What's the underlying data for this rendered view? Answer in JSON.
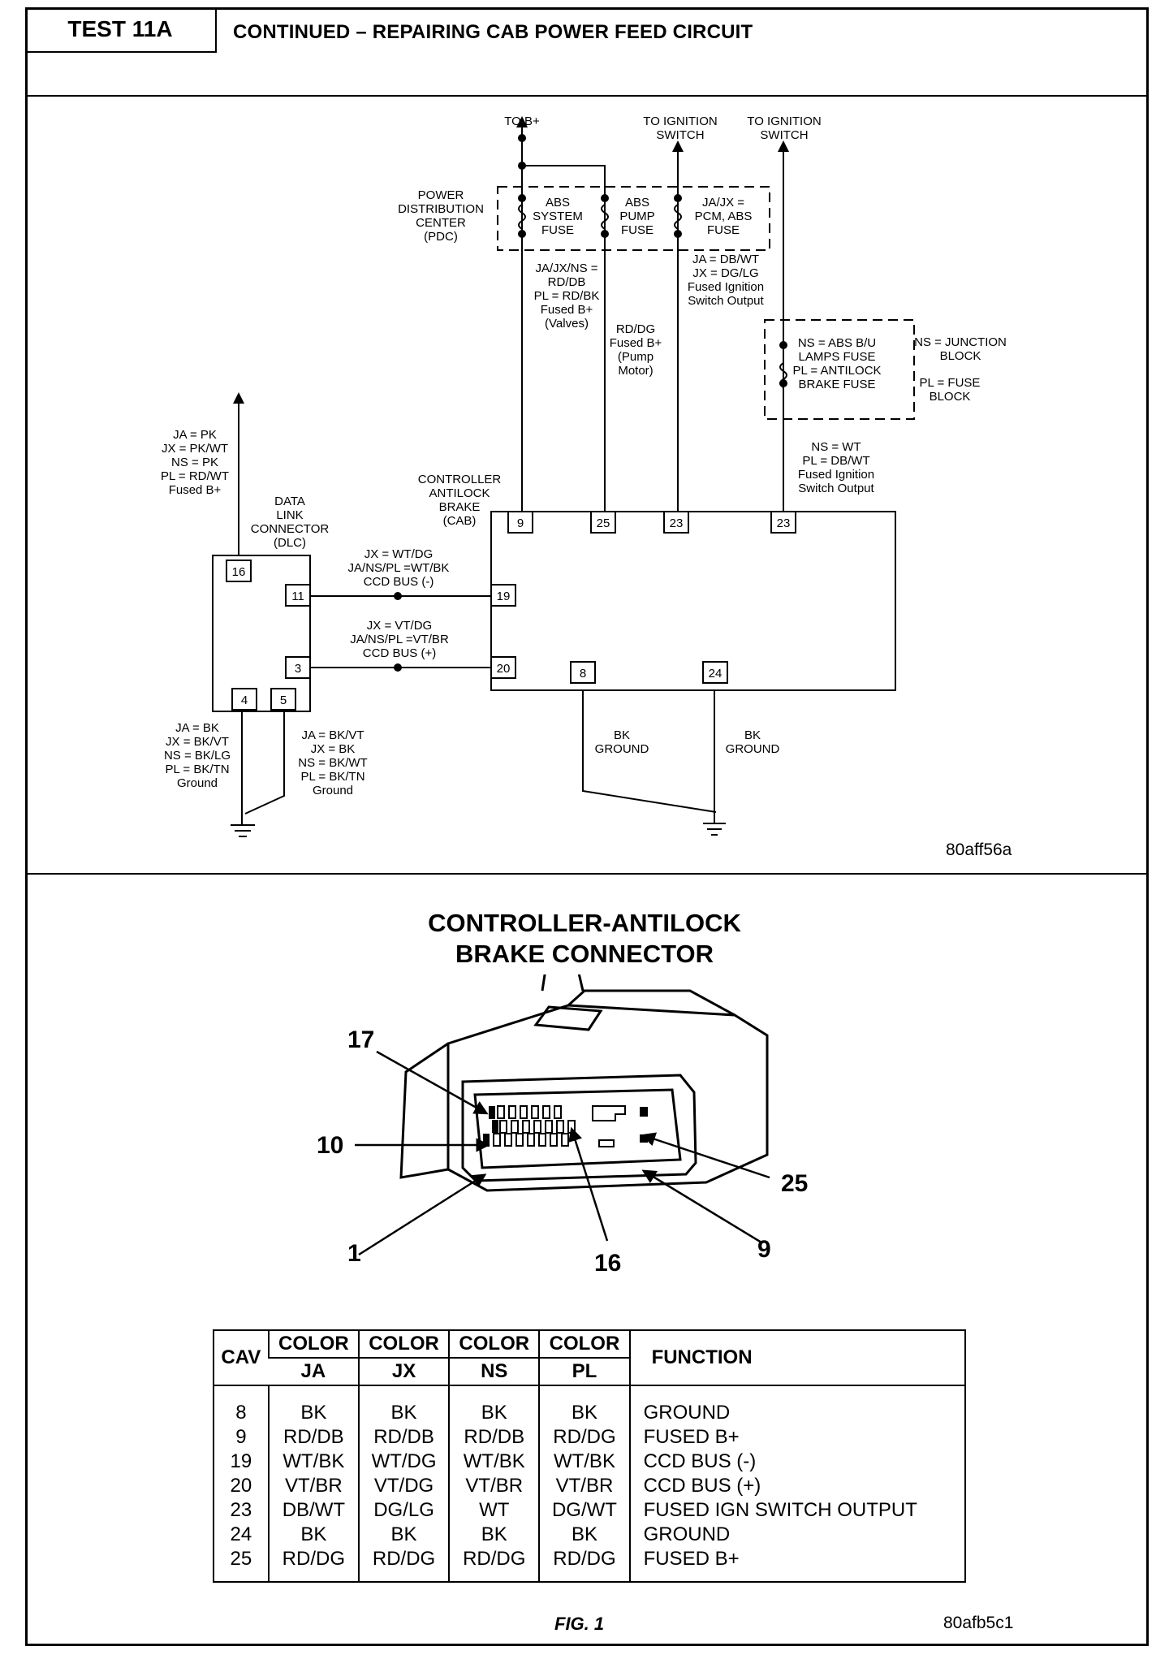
{
  "header": {
    "test_label": "TEST 11A",
    "title": "CONTINUED – REPAIRING CAB POWER FEED CIRCUIT"
  },
  "schematic": {
    "top_labels": {
      "to_b_plus": "TO B+",
      "to_ign_1": "TO IGNITION\nSWITCH",
      "to_ign_2": "TO IGNITION\nSWITCH"
    },
    "pdc_label": "POWER\nDISTRIBUTION\nCENTER\n(PDC)",
    "fuses": {
      "abs_system": "ABS\nSYSTEM\nFUSE",
      "abs_pump": "ABS\nPUMP\nFUSE",
      "ja_jx_pcm": "JA/JX =\nPCM, ABS\nFUSE"
    },
    "wire_labels": {
      "cav9": "JA/JX/NS =\nRD/DB\nPL = RD/BK\nFused B+\n(Valves)",
      "cav25": "RD/DG\nFused B+\n(Pump\nMotor)",
      "ign_upper": "JA = DB/WT\nJX = DG/LG\nFused Ignition\nSwitch Output",
      "ign_lower": "NS = WT\nPL = DB/WT\nFused Ignition\nSwitch Output",
      "dlc16": "JA = PK\nJX = PK/WT\nNS = PK\nPL = RD/WT\nFused B+",
      "ccd_minus": "JX = WT/DG\nJA/NS/PL =WT/BK\nCCD BUS (-)",
      "ccd_plus": "JX = VT/DG\nJA/NS/PL =VT/BR\nCCD BUS (+)",
      "dlc4": "JA = BK\nJX = BK/VT\nNS = BK/LG\nPL = BK/TN\nGround",
      "dlc5": "JA = BK/VT\nJX = BK\nNS = BK/WT\nPL = BK/TN\nGround",
      "cav8": "BK\nGROUND",
      "cav24": "BK\nGROUND"
    },
    "junction": {
      "fuse_label": "NS = ABS B/U\nLAMPS FUSE\nPL = ANTILOCK\nBRAKE FUSE",
      "block_ns": "NS = JUNCTION\nBLOCK",
      "block_pl": "PL = FUSE\nBLOCK"
    },
    "cab_label": "CONTROLLER\nANTILOCK\nBRAKE\n(CAB)",
    "dlc_label": "DATA\nLINK\nCONNECTOR\n(DLC)",
    "cab_pins": {
      "p9": "9",
      "p25": "25",
      "p23a": "23",
      "p23b": "23",
      "p19": "19",
      "p20": "20",
      "p8": "8",
      "p24": "24"
    },
    "dlc_pins": {
      "p16": "16",
      "p11": "11",
      "p3": "3",
      "p4": "4",
      "p5": "5"
    },
    "figure_id": "80aff56a"
  },
  "connector": {
    "title": "CONTROLLER-ANTILOCK\nBRAKE CONNECTOR",
    "callouts": {
      "c17": "17",
      "c10": "10",
      "c1": "1",
      "c16": "16",
      "c25": "25",
      "c9": "9"
    }
  },
  "pin_table": {
    "headers": {
      "cav": "CAV",
      "color": "COLOR",
      "function": "FUNCTION"
    },
    "sub_headers": [
      "JA",
      "JX",
      "NS",
      "PL"
    ],
    "columns": {
      "cav": "8\n9\n19\n20\n23\n24\n25",
      "ja": "BK\nRD/DB\nWT/BK\nVT/BR\nDB/WT\nBK\nRD/DG",
      "jx": "BK\nRD/DB\nWT/DG\nVT/DG\nDG/LG\nBK\nRD/DG",
      "ns": "BK\nRD/DB\nWT/BK\nVT/BR\nWT\nBK\nRD/DG",
      "pl": "BK\nRD/DG\nWT/BK\nVT/BR\nDG/WT\nBK\nRD/DG",
      "function": "GROUND\nFUSED B+\nCCD BUS (-)\nCCD BUS (+)\nFUSED IGN SWITCH OUTPUT\nGROUND\nFUSED B+"
    }
  },
  "footer": {
    "fig_label": "FIG. 1",
    "figure_id": "80afb5c1"
  }
}
